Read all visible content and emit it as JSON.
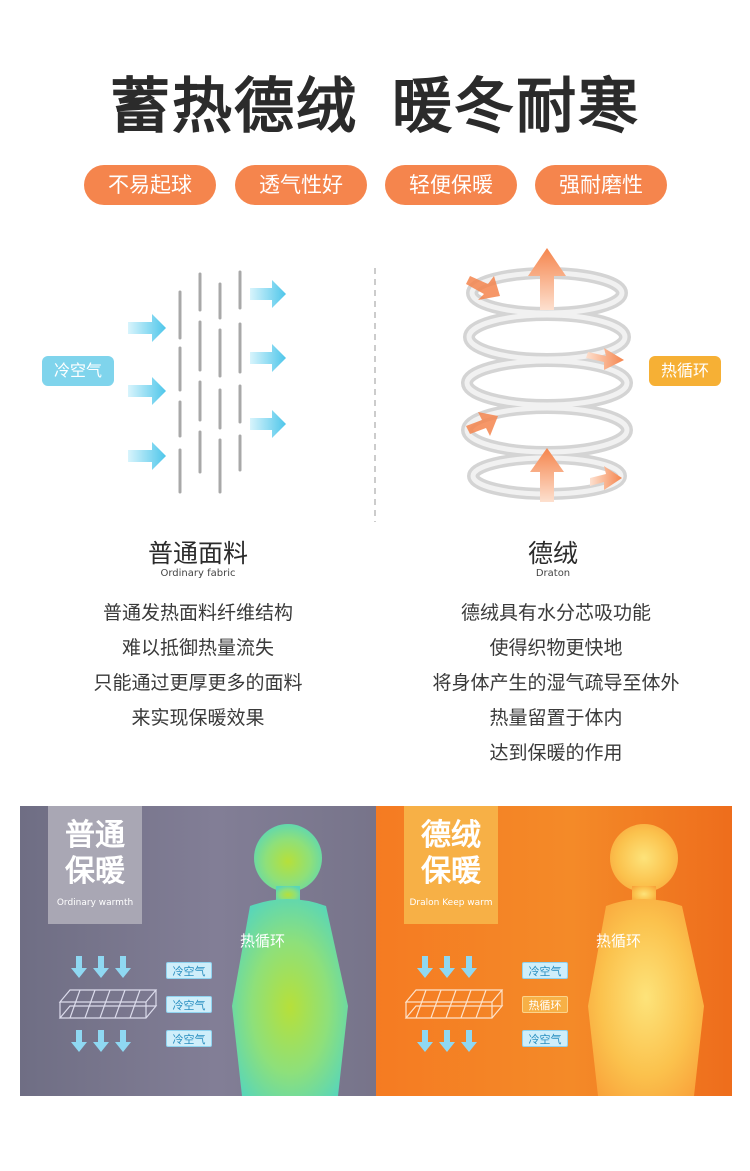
{
  "title": {
    "part1": "蓄热德绒",
    "part2": "暖冬耐寒"
  },
  "pills": [
    "不易起球",
    "透气性好",
    "轻便保暖",
    "强耐磨性"
  ],
  "diagram": {
    "cold_air_tag": "冷空气",
    "heat_cycle_tag": "热循环"
  },
  "left_column": {
    "title": "普通面料",
    "subtitle": "Ordinary  fabric",
    "lines": [
      "普通发热面料纤维结构",
      "难以抵御热量流失",
      "只能通过更厚更多的面料",
      "来实现保暖效果"
    ]
  },
  "right_column": {
    "title": "德绒",
    "subtitle": "Draton",
    "lines": [
      "德绒具有水分芯吸功能",
      "使得织物更快地",
      "将身体产生的湿气疏导至体外",
      "热量留置于体内",
      "达到保暖的作用"
    ]
  },
  "panel_left": {
    "heading": [
      "普通",
      "保暖"
    ],
    "subtitle": "Ordinary warmth",
    "heat_label": "热循环",
    "chips": [
      "冷空气",
      "冷空气",
      "冷空气"
    ]
  },
  "panel_right": {
    "heading": [
      "德绒",
      "保暖"
    ],
    "subtitle": "Dralon  Keep warm",
    "heat_label": "热循环",
    "chips": [
      "冷空气",
      "热循环",
      "冷空气"
    ]
  },
  "colors": {
    "pill": "#f5854d",
    "cold": "#7fd4ec",
    "heat": "#f6b035",
    "panel_left": "#7c798f",
    "panel_right": "#f47f24"
  }
}
